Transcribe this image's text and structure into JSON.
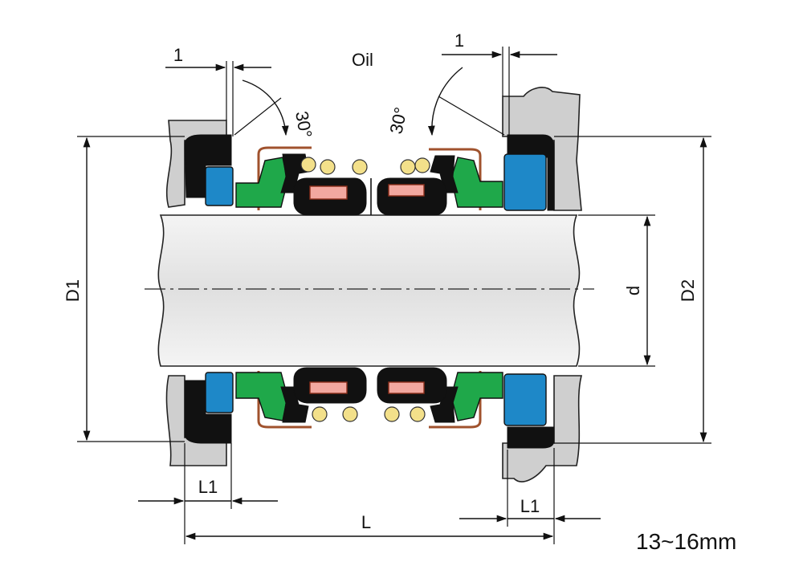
{
  "labels": {
    "oil": "Oil",
    "gap_left": "1",
    "gap_right": "1",
    "angle_left": "30°",
    "angle_right": "30°",
    "D1": "D1",
    "D2": "D2",
    "d": "d",
    "L": "L",
    "L1_left": "L1",
    "L1_right": "L1",
    "size_range": "13~16mm"
  },
  "colors": {
    "green": "#1fa84a",
    "blue": "#1e88c8",
    "face": "#f2a8a0",
    "ball": "#f3e08a",
    "shaft": "#e4e4e4"
  }
}
